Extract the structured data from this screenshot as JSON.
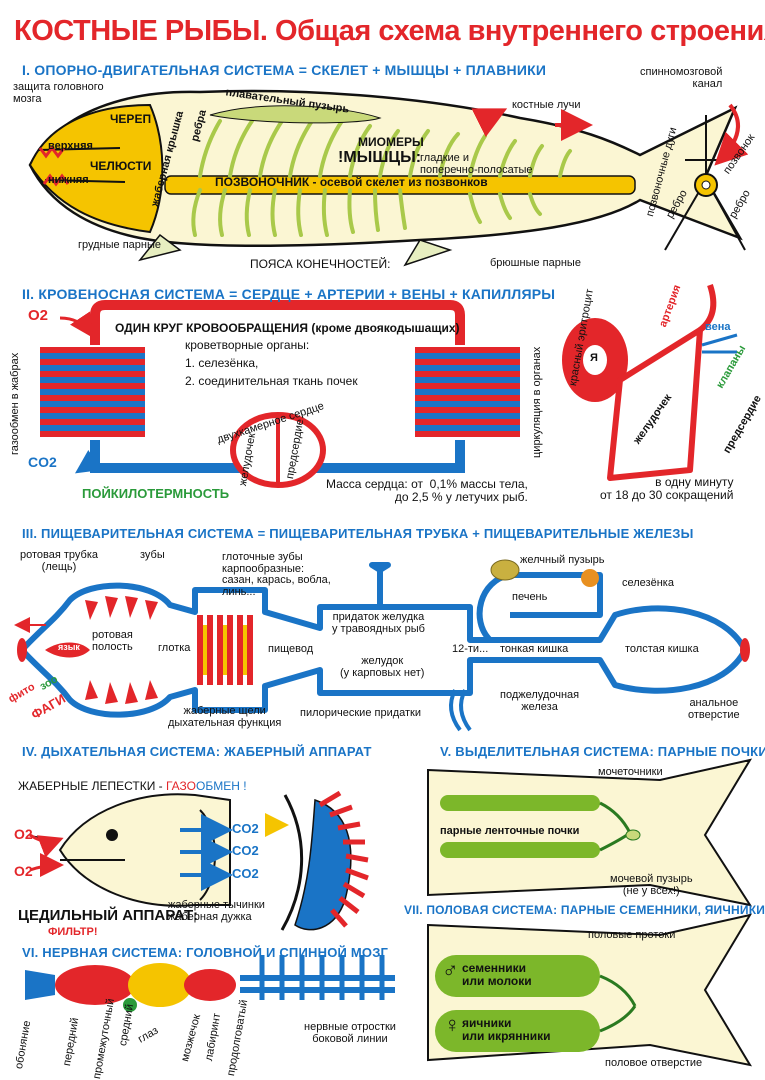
{
  "title": "КОСТНЫЕ РЫБЫ. Общая схема внутреннего строения.",
  "colors": {
    "red": "#e3262a",
    "blue": "#1a74c6",
    "green": "#2a9a3a",
    "yellow": "#f5c400",
    "cream": "#fbf6d3"
  },
  "s1": {
    "heading": "I. ОПОРНО-ДВИГАТЕЛЬНАЯ СИСТЕМА = СКЕЛЕТ + МЫШЦЫ + ПЛАВНИКИ",
    "brain_protect": "защита головного\nмозга",
    "skull": "ЧЕРЕП",
    "upper": "верхняя",
    "lower": "нижняя",
    "jaws": "ЧЕЛЮСТИ",
    "gill_cover": "жаберная крышка",
    "ribs": "ребра",
    "swim_bladder": "плавательный пузырь",
    "bony_rays": "костные лучи",
    "myomeres": "МИОМЕРЫ",
    "muscles": "!МЫШЦЫ:",
    "muscles_desc": "гладкие и\nпоперечно-полосатые",
    "spine": "ПОЗВОНОЧНИК - осевой скелет из позвонков",
    "pectoral": "грудные парные",
    "belts": "ПОЯСА КОНЕЧНОСТЕЙ:",
    "pelvic": "брюшные парные",
    "spinal_canal": "спинномозговой\nканал",
    "vert_arches": "позвоночные дуги",
    "vertebra": "позвонок",
    "rib_l": "ребро",
    "rib_r": "ребро"
  },
  "s2": {
    "heading": "II. КРОВЕНОСНАЯ СИСТЕМА = СЕРДЦЕ + АРТЕРИИ + ВЕНЫ + КАПИЛЛЯРЫ",
    "o2": "O2",
    "co2": "CO2",
    "gas_gills": "газообмен в жабрах",
    "circle": "ОДИН КРУГ КРОВООБРАЩЕНИЯ (кроме двоякодышащих)",
    "hemato": "кроветворные органы:",
    "hemato1": "1. селезёнка,",
    "hemato2": "2. соединительная ткань почек",
    "two_chamber": "двухкамерное сердце",
    "ventricle": "желудочек",
    "atrium": "предсердие",
    "poikilo": "ПОЙКИЛОТЕРМНОСТЬ",
    "mass": "Масса сердца: от  0,1% массы тела,\nдо 2,5 % у летучих рыб.",
    "circ_organs": "циркуляция в органах",
    "rbc": "красный эритроцит",
    "nucleus": "Я",
    "artery": "артерия",
    "vein": "вена",
    "valves": "клапаны",
    "ventricle2": "желудочек",
    "atrium2": "предсердие",
    "per_min": "в одну минуту\nот 18 до 30 сокращений"
  },
  "s3": {
    "heading": "III. ПИЩЕВАРИТЕЛЬНАЯ СИСТЕМА = ПИЩЕВАРИТЕЛЬНАЯ ТРУБКА + ПИЩЕВАРИТЕЛЬНЫЕ ЖЕЛЕЗЫ",
    "mouth_tube": "ротовая трубка\n(лещь)",
    "teeth": "зубы",
    "throat_teeth": "глоточные зубы\nкарпообразные:\nсазан, карась, вобла,\nлинь...",
    "gallbladder": "желчный пузырь",
    "spleen": "селезёнка",
    "liver": "печень",
    "tongue": "язык",
    "oral": "ротовая\nполость",
    "pharynx": "глотка",
    "esophagus": "пищевод",
    "stomach_app": "придаток желудка\nу травоядных рыб",
    "stomach": "желудок\n(у карповых нет)",
    "duodenum": "12-ти...",
    "small_int": "тонкая кишка",
    "large_int": "толстая кишка",
    "zoo": "зоо",
    "phyto": "фито",
    "fagi": "ФАГИ",
    "gill_slits": "жаберные щели\nдыхательная функция",
    "pyloric": "пилорические придатки",
    "pancreas": "поджелудочная\nжелеза",
    "anus": "анальное\nотверстие"
  },
  "s4": {
    "heading": "IV. ДЫХАТЕЛЬНАЯ СИСТЕМА: ЖАБЕРНЫЙ АППАРАТ",
    "lamellae": "ЖАБЕРНЫЕ ЛЕПЕСТКИ - ",
    "gas": "ГАЗО",
    "exchange": "ОБМЕН !",
    "o2a": "O2",
    "o2b": "O2",
    "co2a": "CO2",
    "co2b": "CO2",
    "co2c": "CO2",
    "filter_app": "ЦЕДИЛЬНЫЙ АППАРАТ:",
    "rakers": "жаберные тычинки\nжаберная дужка",
    "filter": "ФИЛЬТР!"
  },
  "s5": {
    "heading": "V. ВЫДЕЛИТЕЛЬНАЯ СИСТЕМА: ПАРНЫЕ ПОЧКИ",
    "ureters": "мочеточники",
    "kidneys": "парные ленточные почки",
    "bladder": "мочевой пузырь\n(не у всех!)"
  },
  "s6": {
    "heading": "VI. НЕРВНАЯ СИСТЕМА: ГОЛОВНОЙ И СПИННОЙ МОЗГ",
    "smell": "обоняние",
    "fore": "передний",
    "inter": "промежуточный",
    "mid": "средний",
    "eye": "глаз",
    "cereb": "мозжечок",
    "labyr": "лабиринт",
    "medulla": "продолговатый",
    "lateral": "нервные отростки\nбоковой линии"
  },
  "s7": {
    "heading": "VII. ПОЛОВАЯ СИСТЕМА: ПАРНЫЕ СЕМЕННИКИ, ЯИЧНИКИ",
    "ducts": "половые протоки",
    "male_sym": "♂",
    "testes": "семенники\nили молоки",
    "female_sym": "♀",
    "ovaries": "яичники\nили икрянники",
    "opening": "половое отверстие"
  }
}
